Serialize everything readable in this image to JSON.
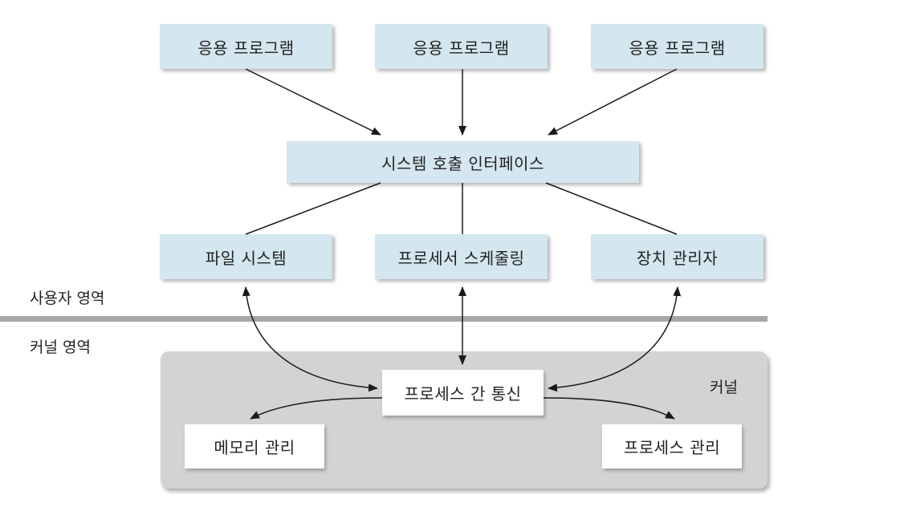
{
  "applications": [
    {
      "label": "응용 프로그램"
    },
    {
      "label": "응용 프로그램"
    },
    {
      "label": "응용 프로그램"
    }
  ],
  "system_call_interface": {
    "label": "시스템 호출 인터페이스"
  },
  "subsystems": [
    {
      "label": "파일 시스템"
    },
    {
      "label": "프로세서 스케줄링"
    },
    {
      "label": "장치 관리자"
    }
  ],
  "regions": {
    "user": "사용자 영역",
    "kernel": "커널 영역"
  },
  "kernel": {
    "label": "커널",
    "ipc": "프로세스 간 통신",
    "memory": "메모리 관리",
    "process": "프로세스 관리"
  }
}
